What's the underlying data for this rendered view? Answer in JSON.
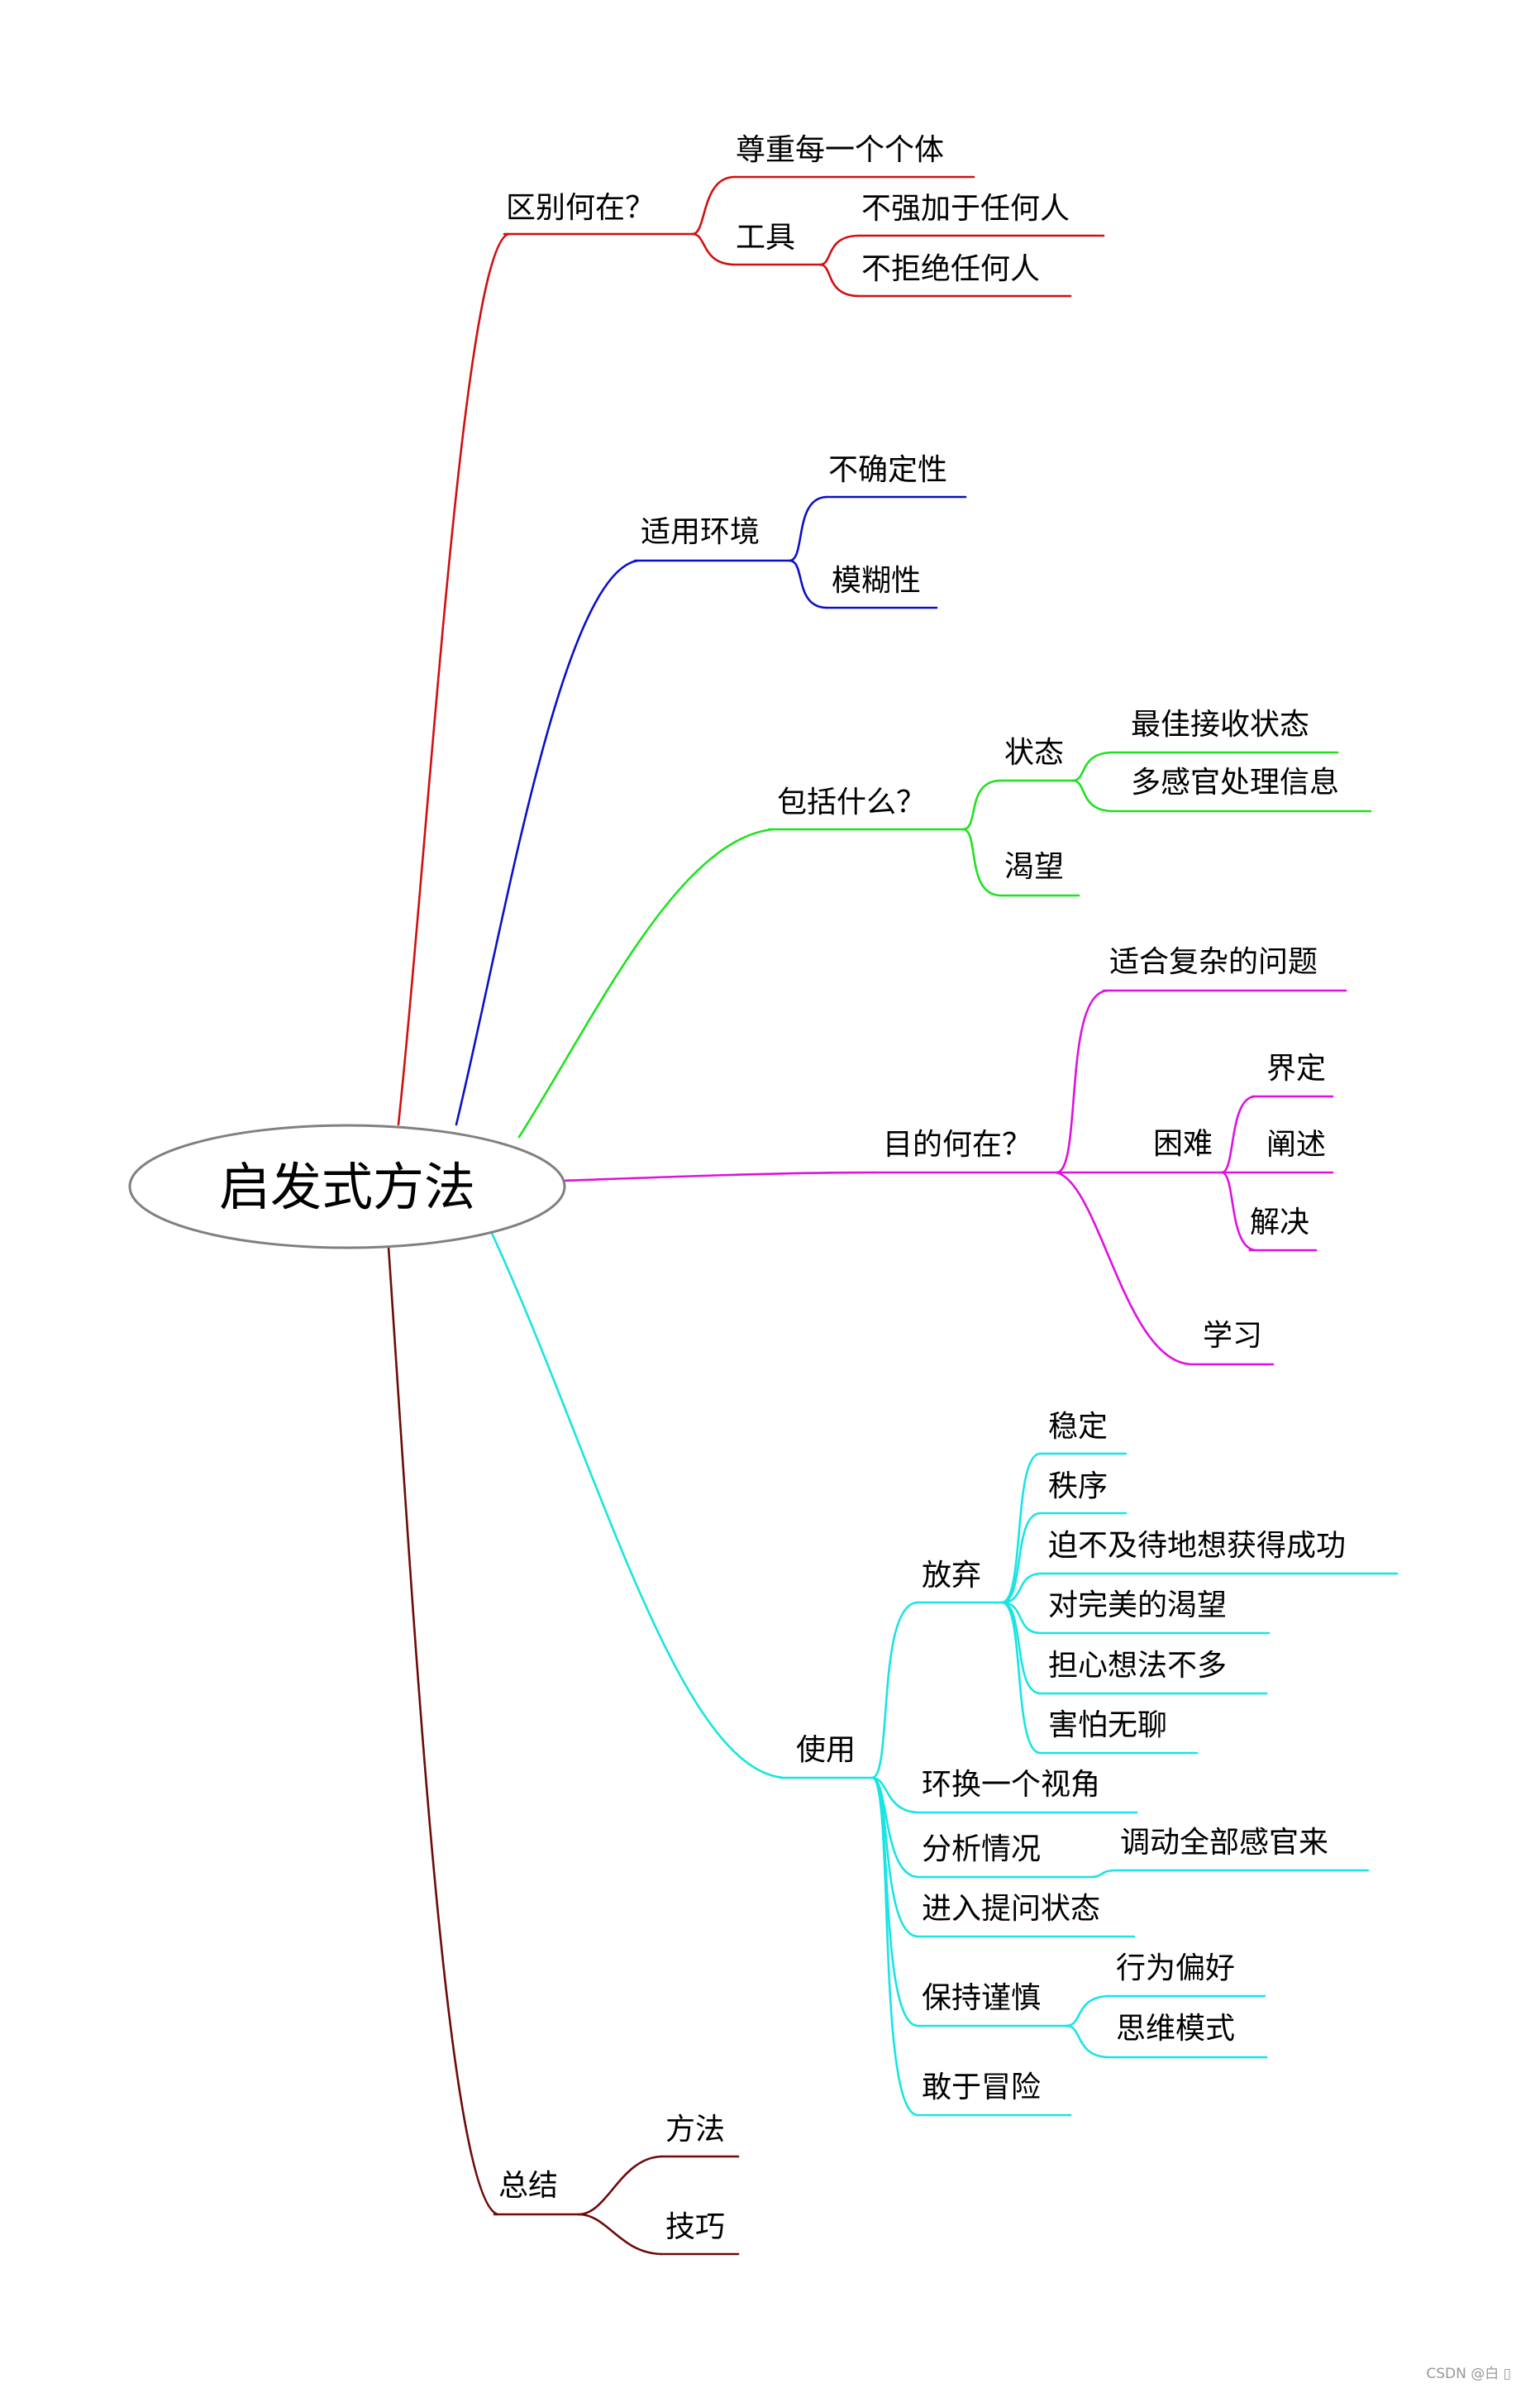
{
  "colors": {
    "red": "#d01010",
    "blue": "#0a10c8",
    "green": "#1ee21e",
    "magenta": "#e010e0",
    "cyan": "#18e4e4",
    "brown": "#6e0a0a",
    "ellipse_fill": "#ffffff",
    "ellipse_stroke": "#808080"
  },
  "root": "启发式方法",
  "b1": {
    "label": "区别何在？",
    "c1": "尊重每一个个体",
    "c2": "工具",
    "c2a": "不强加于任何人",
    "c2b": "不拒绝任何人"
  },
  "b2": {
    "label": "适用环境",
    "c1": "不确定性",
    "c2": "模糊性"
  },
  "b3": {
    "label": "包括什么？",
    "c1": "状态",
    "c1a": "最佳接收状态",
    "c1b": "多感官处理信息",
    "c2": "渴望"
  },
  "b4": {
    "label": "目的何在？",
    "c1": "适合复杂的问题",
    "c2": "困难",
    "c2a": "界定",
    "c2b": "阐述",
    "c2c": "解决",
    "c3": "学习"
  },
  "b5": {
    "label": "使用",
    "c1": "放弃",
    "c1a": "稳定",
    "c1b": "秩序",
    "c1c": "迫不及待地想获得成功",
    "c1d": "对完美的渴望",
    "c1e": "担心想法不多",
    "c1f": "害怕无聊",
    "c2": "环换一个视角",
    "c3": "分析情况",
    "c3a": "调动全部感官来",
    "c4": "进入提问状态",
    "c5": "保持谨慎",
    "c5a": "行为偏好",
    "c5b": "思维模式",
    "c6": "敢于冒险"
  },
  "b6": {
    "label": "总结",
    "c1": "方法",
    "c2": "技巧"
  },
  "watermark": "CSDN @白 ▯"
}
